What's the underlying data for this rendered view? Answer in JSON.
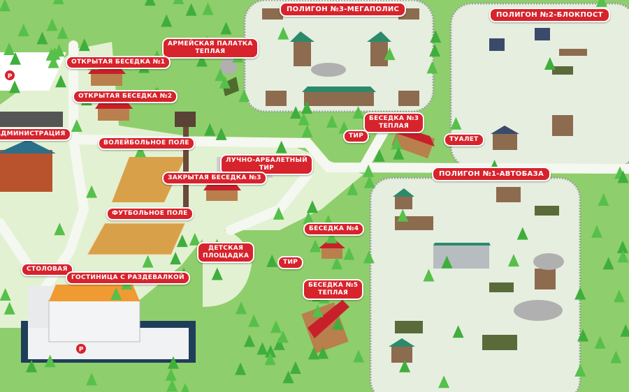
{
  "colors": {
    "grass": "#8fce6c",
    "light": "#e3f1d3",
    "road": "#f5f8f1",
    "label": "#d7232c",
    "tree": "#3fae3c",
    "roof": "#c8202a"
  },
  "zones": {
    "polygon3": "ПОЛИГОН №3-МЕГАПОЛИС",
    "polygon2": "ПОЛИГОН №2-БЛОКПОСТ",
    "polygon1": "ПОЛИГОН №1-АВТОБАЗА"
  },
  "places": {
    "tent": [
      "АРМЕЙСКАЯ ПАЛАТКА",
      "ТЕПЛАЯ"
    ],
    "gazebo1": "ОТКРЫТАЯ БЕСЕДКА №1",
    "gazebo2": "ОТКРЫТАЯ БЕСЕДКА №2",
    "admin": "АДМИНИСТРАЦИЯ",
    "volleyball": "ВОЛЕЙБОЛЬНОЕ ПОЛЕ",
    "archery": [
      "ЛУЧНО-АРБАЛЕТНЫЙ",
      "ТИР"
    ],
    "gazebo3closed": "ЗАКРЫТАЯ БЕСЕДКА №3",
    "gazebo3warm": [
      "БЕСЕДКА №3",
      "ТЕПЛАЯ"
    ],
    "range_top": "ТИР",
    "toilet": "ТУАЛЕТ",
    "football": "ФУТБОЛЬНОЕ ПОЛЕ",
    "playground": [
      "ДЕТСКАЯ",
      "ПЛОЩАДКА"
    ],
    "gazebo4": "БЕСЕДКА №4",
    "range_mid": "ТИР",
    "gazebo5": [
      "БЕСЕДКА №5",
      "ТЕПЛАЯ"
    ],
    "canteen": "СТОЛОВАЯ",
    "hotel": "ГОСТИНИЦА С РАЗДЕВАЛКОЙ"
  },
  "icons": {
    "parking": "P"
  }
}
